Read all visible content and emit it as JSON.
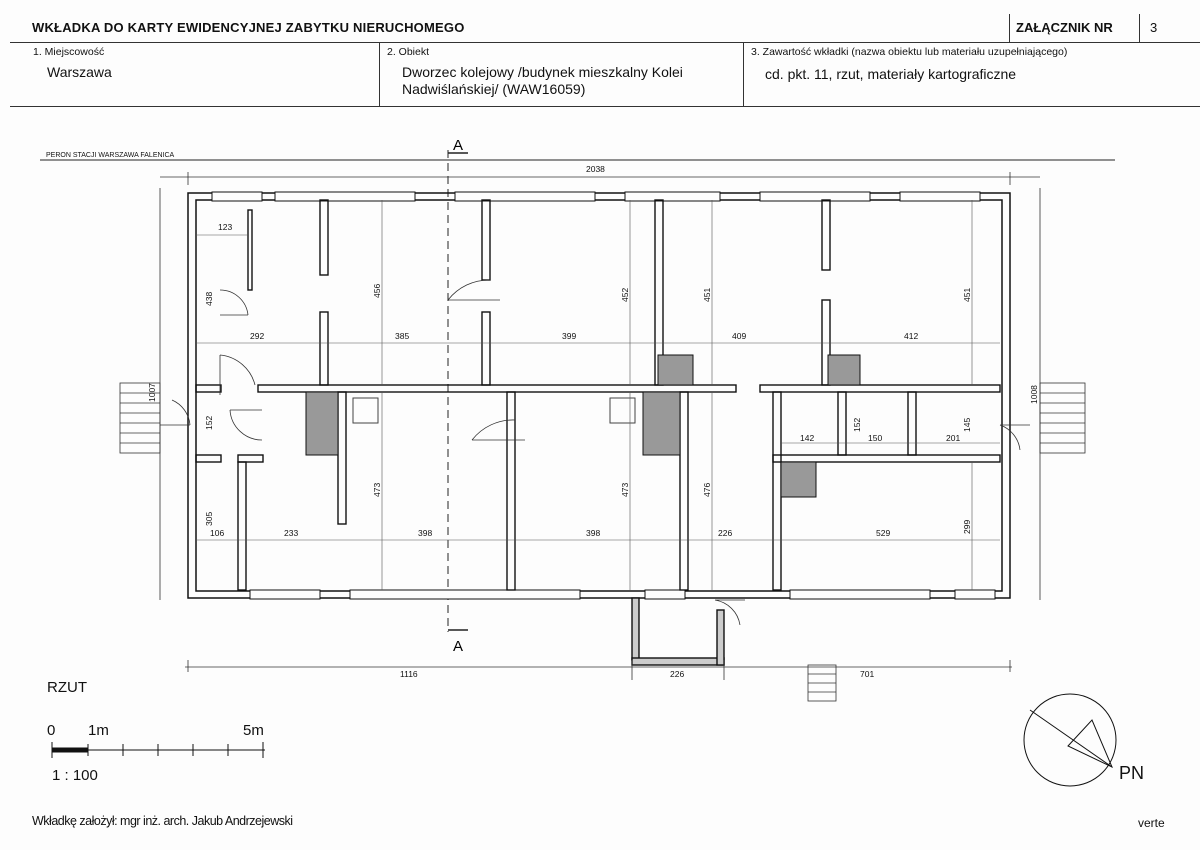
{
  "header": {
    "title": "WKŁADKA DO KARTY EWIDENCYJNEJ ZABYTKU NIERUCHOMEGO",
    "annex_label": "ZAŁĄCZNIK NR",
    "annex_number": "3",
    "fields": [
      {
        "label": "1. Miejscowość",
        "value": "Warszawa"
      },
      {
        "label": "2. Obiekt",
        "value_line1": "Dworzec kolejowy /budynek mieszkalny Kolei",
        "value_line2": "Nadwiślańskiej/ (WAW16059)"
      },
      {
        "label": "3. Zawartość wkładki (nazwa obiektu lub materiału uzupełniającego)",
        "value": "cd. pkt. 11, rzut, materiały kartograficzne"
      }
    ]
  },
  "plan": {
    "platform_label": "PERON STACJI WARSZAWA FALENICA",
    "section_marker": "A",
    "overall_width": "2038",
    "left_depth": "1007",
    "right_depth": "1008",
    "bottom_left": "1116",
    "bottom_porch": "226",
    "bottom_right": "701",
    "room_widths_top": [
      "292",
      "385",
      "399",
      "409",
      "412"
    ],
    "room_heights_top": [
      "456",
      "452",
      "451",
      "451"
    ],
    "room_widths_bottom": [
      "106",
      "233",
      "398",
      "398",
      "226",
      "529"
    ],
    "room_heights_bottom": [
      "473",
      "473",
      "476",
      "299",
      "305"
    ],
    "small_dims": {
      "top_left_room": "123",
      "top_left_height": "438",
      "left_corridor": "152",
      "right_mid_a": "142",
      "right_mid_b": "152",
      "right_mid_c": "150",
      "right_mid_d": "201",
      "right_corridor": "145"
    }
  },
  "scale_bar": {
    "drawing_name": "RZUT",
    "tick_0": "0",
    "tick_1m": "1m",
    "tick_5m": "5m",
    "ratio": "1 : 100"
  },
  "north_arrow_label": "PN",
  "footer": {
    "author": "Wkładkę założył: mgr inż. arch. Jakub Andrzejewski",
    "verte": "verte"
  }
}
